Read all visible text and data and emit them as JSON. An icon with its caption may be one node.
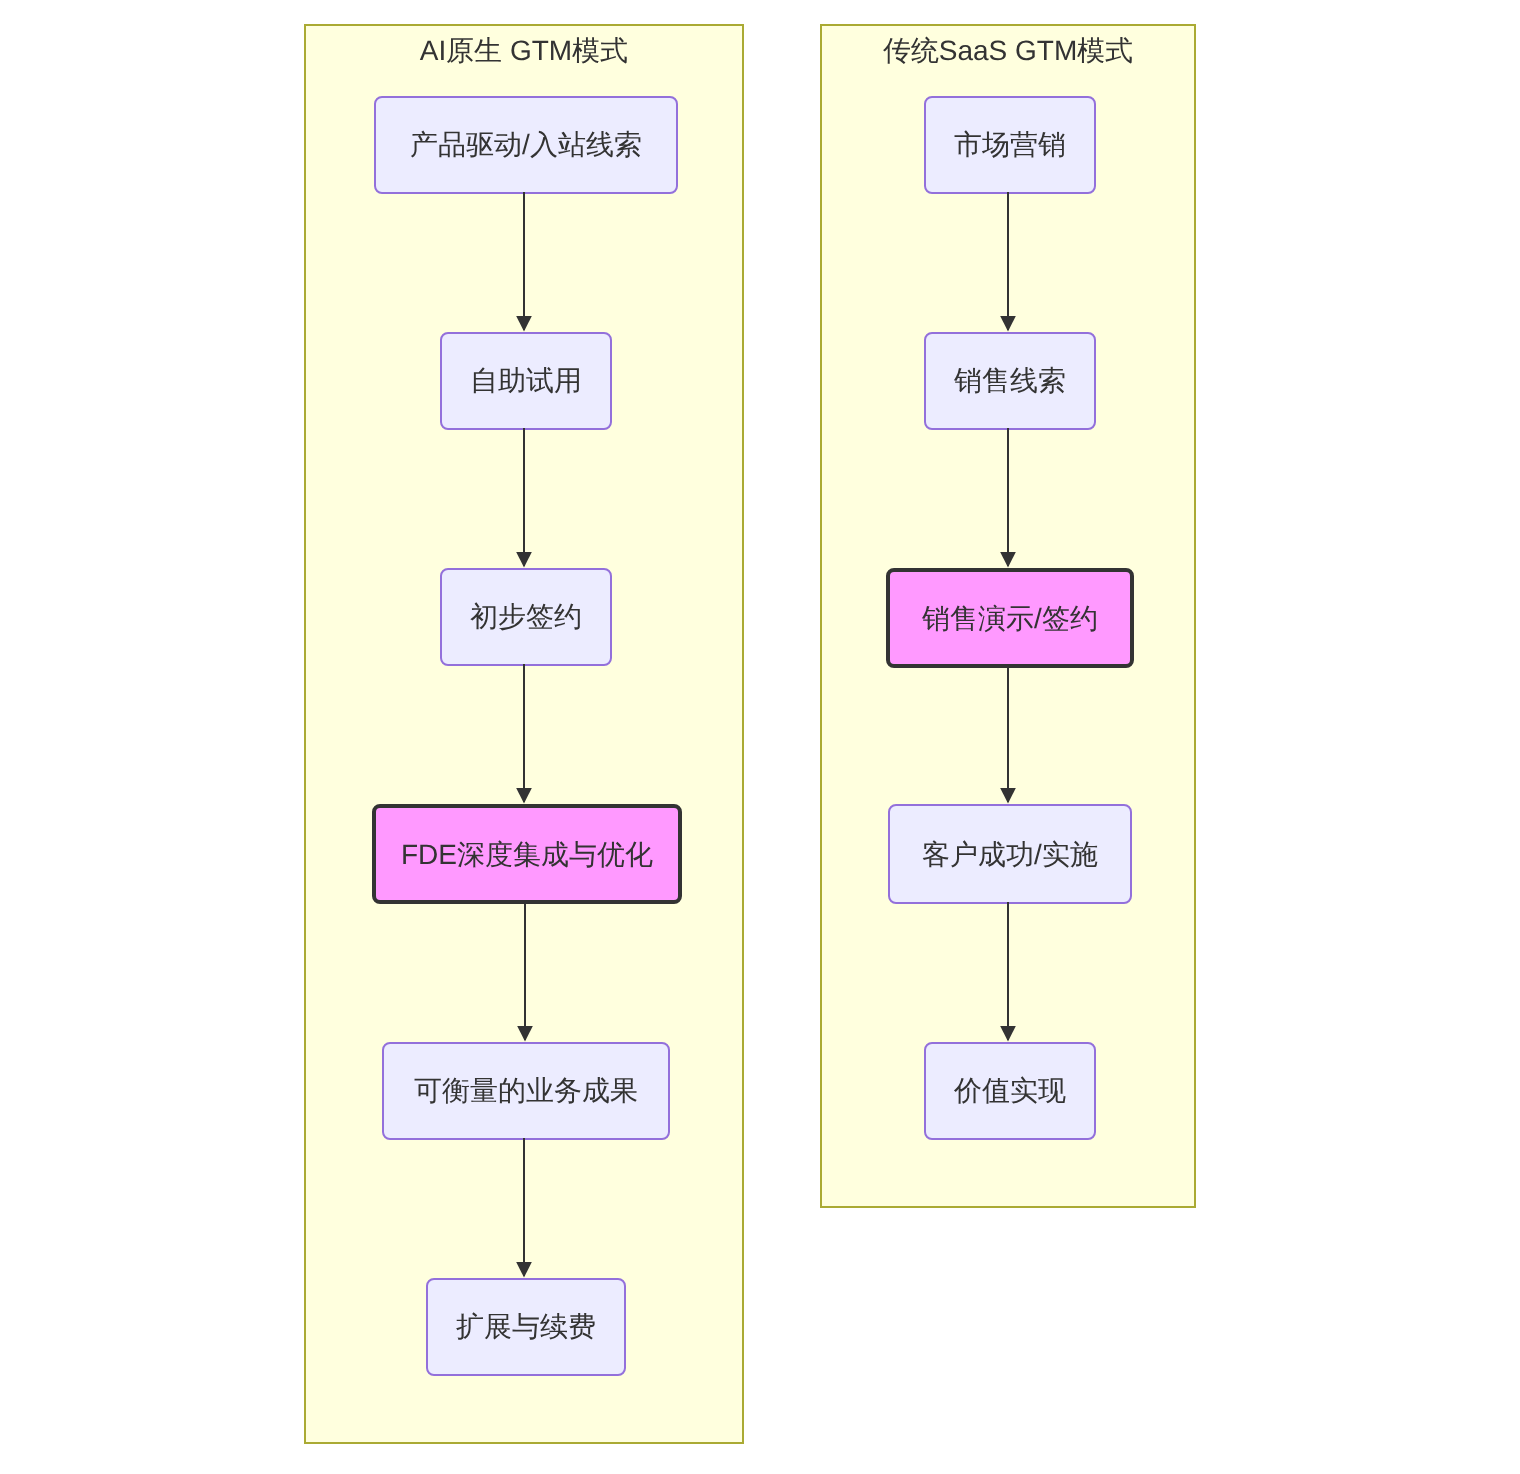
{
  "diagram": {
    "nodes": [
      {
        "text": [
          "AI原生 GTM模式"
        ]
      },
      {
        "text": [
          "产品驱动/入站线索"
        ],
        "in": 0
      },
      {
        "text": [
          "自助试用"
        ],
        "in": 0
      },
      {
        "text": [
          "初步签约"
        ],
        "in": 0
      },
      {
        "text": [
          "FDE深度集成与优化"
        ],
        "in": 0
      },
      {
        "text": [
          "可衡量的业务成果"
        ],
        "in": 0
      },
      {
        "text": [
          "扩展与续费"
        ],
        "in": 0
      },
      {
        "text": [
          "传统SaaS GTM模式"
        ]
      },
      {
        "text": [
          "市场营销"
        ],
        "in": 7
      },
      {
        "text": [
          "销售线索"
        ],
        "in": 7
      },
      {
        "text": [
          "销售演示/签约"
        ],
        "in": 7
      },
      {
        "text": [
          "客户成功/实施"
        ],
        "in": 7
      },
      {
        "text": [
          "价值实现"
        ],
        "in": 7
      }
    ],
    "edges": [
      {
        "from": 1,
        "to": 2,
        "arrow": "to"
      },
      {
        "from": 2,
        "to": 3,
        "arrow": "to"
      },
      {
        "from": 3,
        "to": 4,
        "arrow": "to"
      },
      {
        "from": 4,
        "to": 5,
        "arrow": "to"
      },
      {
        "from": 5,
        "to": 6,
        "arrow": "to"
      },
      {
        "from": 8,
        "to": 9,
        "arrow": "to"
      },
      {
        "from": 9,
        "to": 10,
        "arrow": "to"
      },
      {
        "from": 10,
        "to": 11,
        "arrow": "to"
      },
      {
        "from": 11,
        "to": 12,
        "arrow": "to"
      }
    ]
  }
}
